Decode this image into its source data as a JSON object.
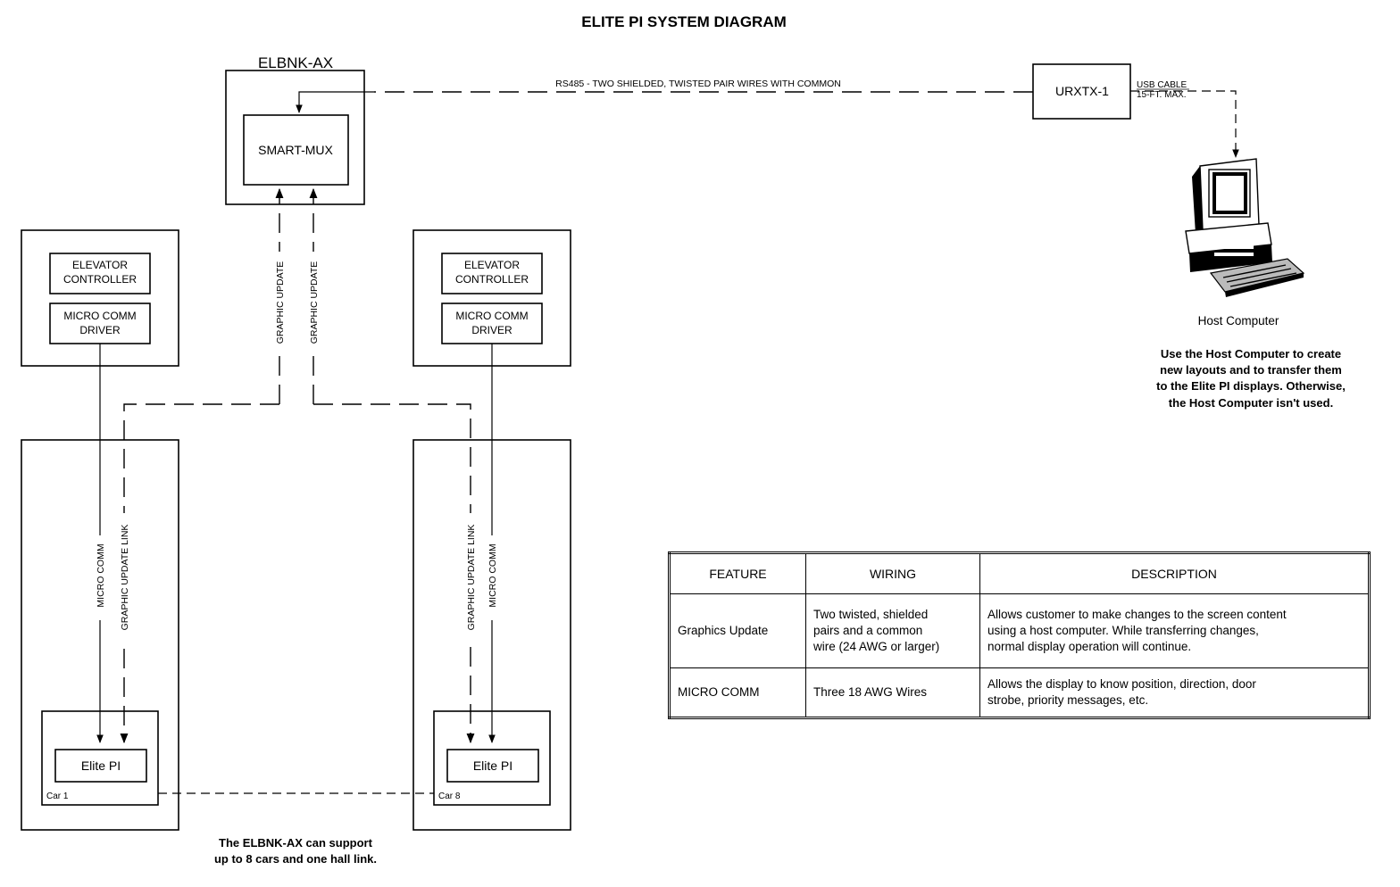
{
  "title": "ELITE PI SYSTEM DIAGRAM",
  "elbnk": {
    "label": "ELBNK-AX",
    "mux": "SMART-MUX"
  },
  "rs485_label": "RS485 - TWO SHIELDED, TWISTED PAIR WIRES WITH COMMON",
  "urxtx": "URXTX-1",
  "usb": {
    "line1": "USB CABLE",
    "line2": "15-FT. MAX."
  },
  "host": {
    "label": "Host Computer",
    "note": [
      "Use the Host Computer to create",
      "new layouts and to transfer them",
      "to the Elite PI displays.  Otherwise,",
      "the Host Computer isn't used."
    ]
  },
  "graphic_update": "GRAPHIC UPDATE",
  "controller": {
    "line1": "ELEVATOR",
    "line2": "CONTROLLER",
    "driver1": "MICRO COMM",
    "driver2": "DRIVER"
  },
  "link_labels": {
    "micro_comm": "MICRO COMM",
    "graphic_link": "GRAPHIC UPDATE LINK"
  },
  "cars": [
    {
      "display": "Elite PI",
      "car": "Car 1"
    },
    {
      "display": "Elite PI",
      "car": "Car 8"
    }
  ],
  "bottom_note": [
    "The ELBNK-AX can support",
    "up to 8 cars and one hall link."
  ],
  "table": {
    "headers": [
      "FEATURE",
      "WIRING",
      "DESCRIPTION"
    ],
    "rows": [
      {
        "feature": "Graphics Update",
        "wiring": [
          "Two twisted, shielded",
          "pairs and a common",
          "wire (24 AWG or larger)"
        ],
        "description": [
          "Allows customer to make changes to the screen content",
          "using a host computer.  While transferring changes,",
          "normal display operation will continue."
        ]
      },
      {
        "feature": "MICRO COMM",
        "wiring": [
          "Three 18 AWG Wires"
        ],
        "description": [
          "Allows the display to know position, direction, door",
          "strobe, priority messages, etc."
        ]
      }
    ]
  }
}
